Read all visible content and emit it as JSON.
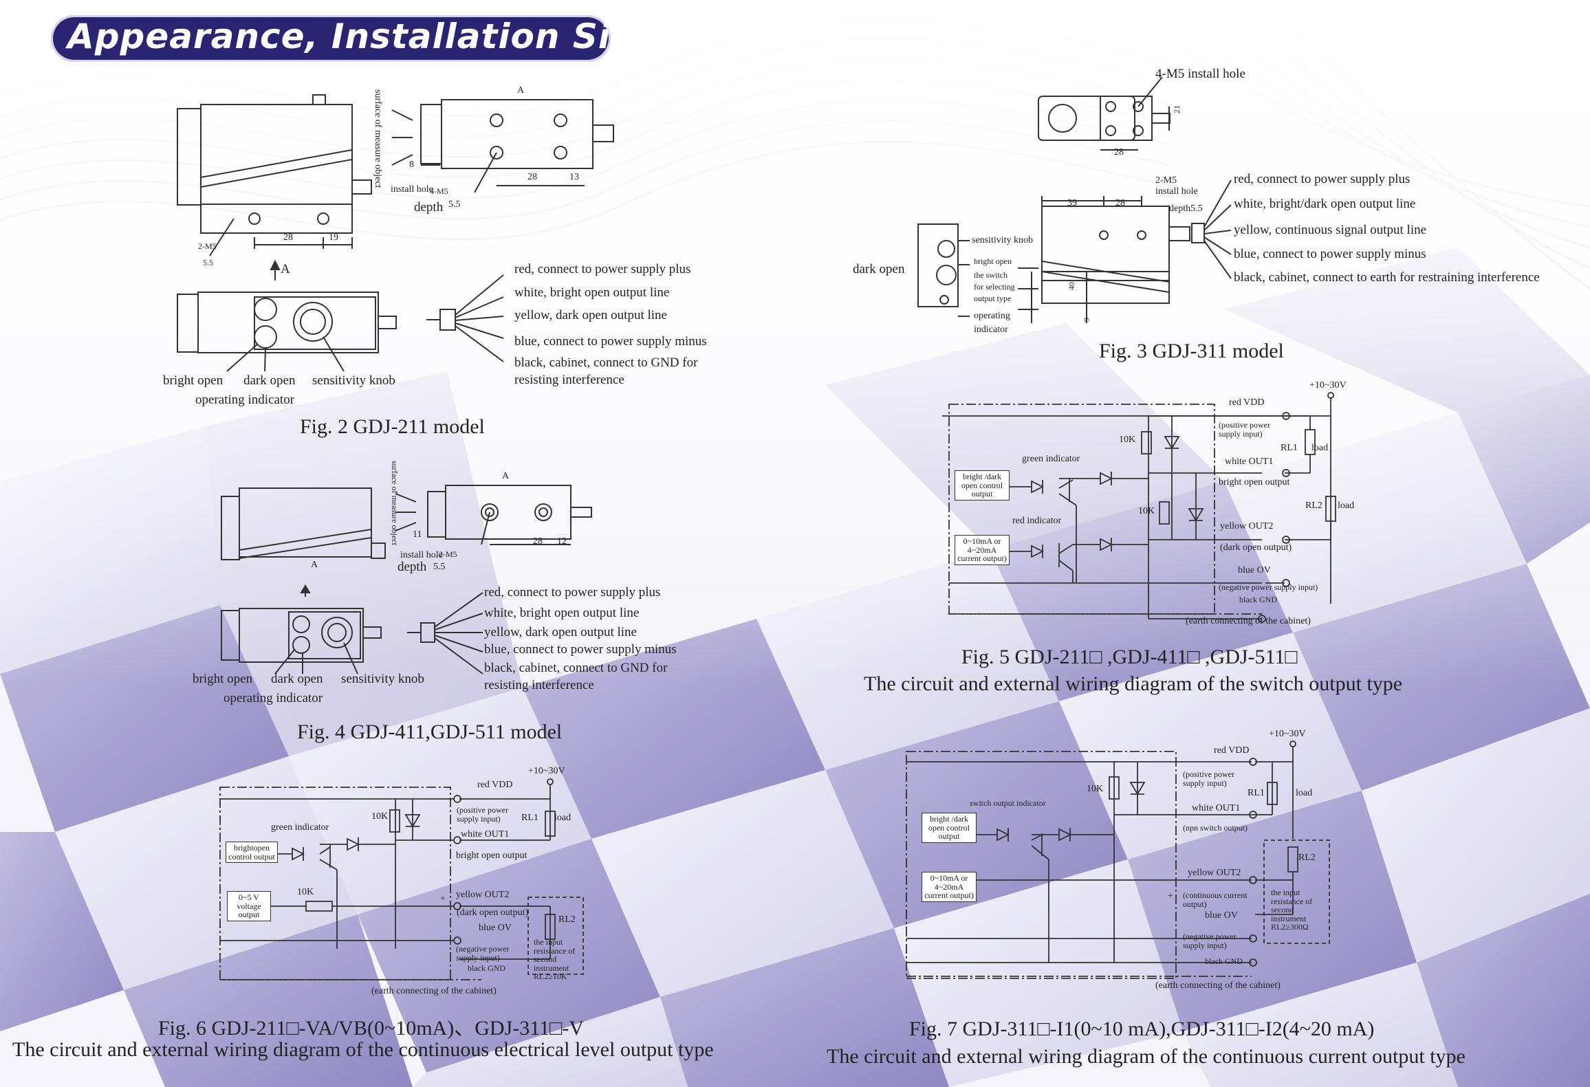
{
  "page_title": "Appearance, Installation Size",
  "fig2": {
    "caption": "Fig. 2 GDJ-211 model",
    "surface_label": "surface of measure object",
    "dim_A": "A",
    "dim_8": "8",
    "dim_28": "28",
    "dim_13": "13",
    "dim_19": "19",
    "dim_28b": "28",
    "install_hole": "install hole",
    "m5_4": "4-M5",
    "depth": "depth",
    "depth_val": "5.5",
    "m5_2": "2-M5",
    "m5_2_val": "5.5",
    "arrow_A": "A",
    "bright_open": "bright open",
    "dark_open": "dark open",
    "sensitivity_knob": "sensitivity knob",
    "operating_indicator": "operating indicator",
    "wires": [
      "red, connect to power supply plus",
      "white, bright open output line",
      "yellow, dark open output line",
      "blue, connect to power supply minus",
      "black, cabinet, connect to GND for",
      "resisting interference"
    ]
  },
  "fig3": {
    "caption": "Fig. 3  GDJ-311 model",
    "install_hole": "4-M5 install hole",
    "dim_21": "21",
    "dim_28": "28",
    "m5_2": "2-M5",
    "install_hole2": "install hole",
    "depth": "depth5.5",
    "dim_39": "39",
    "dim_28b": "28",
    "dim_40": "40",
    "dim_9": "9",
    "sensitivity_knob": "sensitivity knob",
    "bright_open": "bright open",
    "the_switch": "the switch",
    "for_selecting": "for selecting",
    "output_type": "output type",
    "dark_open": "dark open",
    "operating": "operating",
    "indicator": "indicator",
    "wires": [
      "red, connect to power supply plus",
      "white, bright/dark open output line",
      "yellow, continuous signal output line",
      "blue, connect to power supply minus",
      "black, cabinet, connect to earth for restraining interference"
    ]
  },
  "fig4": {
    "caption": "Fig. 4  GDJ-411,GDJ-511 model",
    "surface_label": "surface of measure object",
    "dim_A": "A",
    "dim_11": "11",
    "dim_28": "28",
    "dim_12": "12",
    "install_hole": "install hole",
    "m5_2": "2-M5",
    "depth": "depth",
    "depth_val": "5.5",
    "arrow_A": "A",
    "bright_open": "bright open",
    "dark_open": "dark open",
    "sensitivity_knob": "sensitivity knob",
    "operating_indicator": "operating indicator",
    "wires": [
      "red, connect to power supply plus",
      "white, bright open output line",
      "yellow, dark open output line",
      "blue, connect to power supply minus",
      "black, cabinet, connect to GND for",
      "resisting interference"
    ]
  },
  "fig5": {
    "caption1": "Fig. 5  GDJ-211□ ,GDJ-411□ ,GDJ-511□",
    "caption2": "The circuit and external wiring diagram of  the switch output type",
    "vplus": "+10~30V",
    "red_vdd": "red VDD",
    "pos_supply": "(positive power supply input)",
    "r10k": "10K",
    "r10k2": "10K",
    "rl1": "RL1",
    "load1": "load",
    "green_indicator": "green indicator",
    "white_out1": "white OUT1",
    "bright_open_output": "bright open output",
    "bright_dark_box": "bright /dark open control output",
    "rl2": "RL2",
    "load2": "load",
    "red_indicator": "red indicator",
    "current_box": "0~10mA or 4~20mA current output)",
    "yellow_out2": "yellow OUT2",
    "dark_open_output": "(dark open output)",
    "blue_0v": "blue OV",
    "neg_supply": "(negative power supply input)",
    "black_gnd": "black GND",
    "earth": "(earth connecting of the cabinet)"
  },
  "fig6": {
    "caption1": "Fig. 6  GDJ-211□-VA/VB(0~10mA)、GDJ-311□-V",
    "caption2": "The circuit and external wiring diagram of  the continuous electrical level output type",
    "vplus": "+10~30V",
    "red_vdd": "red VDD",
    "pos_supply": "(positive power supply input)",
    "r10k": "10K",
    "rl1": "RL1",
    "load": "load",
    "green_indicator": "green indicator",
    "white_out1": "white OUT1",
    "bright_open_output": "bright open output",
    "brightopen_box": "brightopen control output",
    "voltage_box": "0~5 V voltage output",
    "r10k2": "10K",
    "plus": "+",
    "yellow_out2": "yellow OUT2",
    "dark_open_output": "(dark open output)",
    "rl2": "RL2",
    "blue_0v": "blue OV",
    "neg_supply": "(negative power supply input)",
    "black_gnd": "black GND",
    "input_res": "the input resistance of second instrument RL2≥10K",
    "earth": "(earth connecting of the cabinet)"
  },
  "fig7": {
    "caption1": "Fig. 7 GDJ-311□-I1(0~10 mA),GDJ-311□-I2(4~20 mA)",
    "caption2": "The circuit and external wiring diagram of the continuous current output type",
    "vplus": "+10~30V",
    "red_vdd": "red VDD",
    "pos_supply": "(positive power supply input)",
    "r10k": "10K",
    "rl1": "RL1",
    "load": "load",
    "switch_indicator": "switch output indicator",
    "white_out1": "white OUT1",
    "npn": "(npn switch output)",
    "bright_dark_box": "bright /dark open control output",
    "rl2": "RL2",
    "current_box": "0~10mA or 4~20mA current output)",
    "yellow_out2": "yellow OUT2",
    "cont_current": "(continuous current output)",
    "plus": "+",
    "blue_0v": "blue OV",
    "neg_supply": "(negative power supply input)",
    "black_gnd": "black GND",
    "input_res": "the input resistance of second instrument RL2≥300Ω",
    "earth": "(earth connecting of the cabinet)"
  }
}
